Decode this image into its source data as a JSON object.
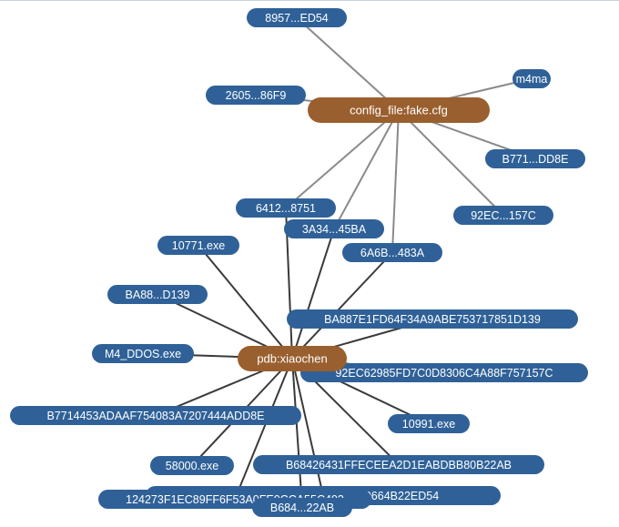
{
  "colors": {
    "hub_fill": "#9a5f2e",
    "leaf_fill": "#2f6198",
    "edge_hub1": "#8a8a8a",
    "edge_hub2": "#3a3a3a",
    "text": "#ffffff"
  },
  "hubs": [
    {
      "id": "h1",
      "label": "config_file:fake.cfg"
    },
    {
      "id": "h2",
      "label": "pdb:xiaochen"
    }
  ],
  "leaves": [
    {
      "id": "n1",
      "label": "8957...ED54",
      "hub": "h1"
    },
    {
      "id": "n2",
      "label": "m4ma",
      "hub": "h1"
    },
    {
      "id": "n3",
      "label": "2605...86F9",
      "hub": "h1"
    },
    {
      "id": "n4",
      "label": "B771...DD8E",
      "hub": "h1"
    },
    {
      "id": "n5",
      "label": "92EC...157C",
      "hub": "h1"
    },
    {
      "id": "n6",
      "label": "6412...8751",
      "hub": "h1,h2"
    },
    {
      "id": "n7",
      "label": "3A34...45BA",
      "hub": "h1,h2"
    },
    {
      "id": "n8",
      "label": "6A6B...483A",
      "hub": "h1,h2"
    },
    {
      "id": "n9",
      "label": "10771.exe",
      "hub": "h2"
    },
    {
      "id": "n10",
      "label": "BA88...D139",
      "hub": "h2"
    },
    {
      "id": "n11",
      "label": "BA887E1FD64F34A9ABE753717851D139",
      "hub": "h2"
    },
    {
      "id": "n12",
      "label": "M4_DDOS.exe",
      "hub": "h2"
    },
    {
      "id": "n13",
      "label": "92EC62985FD7C0D8306C4A88F757157C",
      "hub": "h2"
    },
    {
      "id": "n14",
      "label": "B7714453ADAAF754083A7207444ADD8E",
      "hub": "h2"
    },
    {
      "id": "n15",
      "label": "10991.exe",
      "hub": "h2"
    },
    {
      "id": "n16",
      "label": "58000.exe",
      "hub": "h2"
    },
    {
      "id": "n17",
      "label": "B68426431FFECEEA2D1EABDBB80B22AB",
      "hub": "h2"
    },
    {
      "id": "n18",
      "label": "89575AF04B2C42B6B4A7D1E9664B22ED54",
      "hub": "h2"
    },
    {
      "id": "n19",
      "label": "124273F1EC89FF6F53A0FE0CCA55C493",
      "hub": "h2"
    },
    {
      "id": "n20",
      "label": "B684...22AB",
      "hub": "h2"
    }
  ]
}
